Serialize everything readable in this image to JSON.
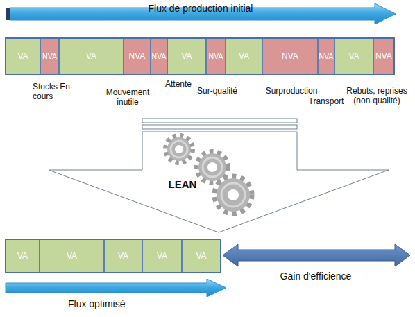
{
  "diagram": {
    "nodes": [
      {
        "text": [
          "Flux de production initial"
        ]
      },
      {
        "text": [
          "VA"
        ]
      },
      {
        "text": [
          "NVA"
        ]
      },
      {
        "text": [
          "VA"
        ]
      },
      {
        "text": [
          "NVA"
        ]
      },
      {
        "text": [
          "NVA"
        ]
      },
      {
        "text": [
          "VA"
        ]
      },
      {
        "text": [
          "NVA"
        ]
      },
      {
        "text": [
          "VA"
        ]
      },
      {
        "text": [
          "NVA"
        ]
      },
      {
        "text": [
          "NVA"
        ]
      },
      {
        "text": [
          "VA"
        ]
      },
      {
        "text": [
          "NVA"
        ]
      },
      {
        "text": [
          "LEAN"
        ]
      },
      {
        "text": [
          "VA"
        ]
      },
      {
        "text": [
          "VA"
        ]
      },
      {
        "text": [
          "VA"
        ]
      },
      {
        "text": [
          "VA"
        ]
      },
      {
        "text": [
          "VA"
        ]
      },
      {
        "text": [
          "Gain d'efficience"
        ]
      },
      {
        "text": [
          "Flux optimisé"
        ]
      }
    ],
    "labels": [
      "Stocks En-cours",
      "Mouvement inutile",
      "Attente",
      "Sur-qualité",
      "Surproduction",
      "Transport",
      "Rebuts, reprises (non-qualité)"
    ]
  }
}
